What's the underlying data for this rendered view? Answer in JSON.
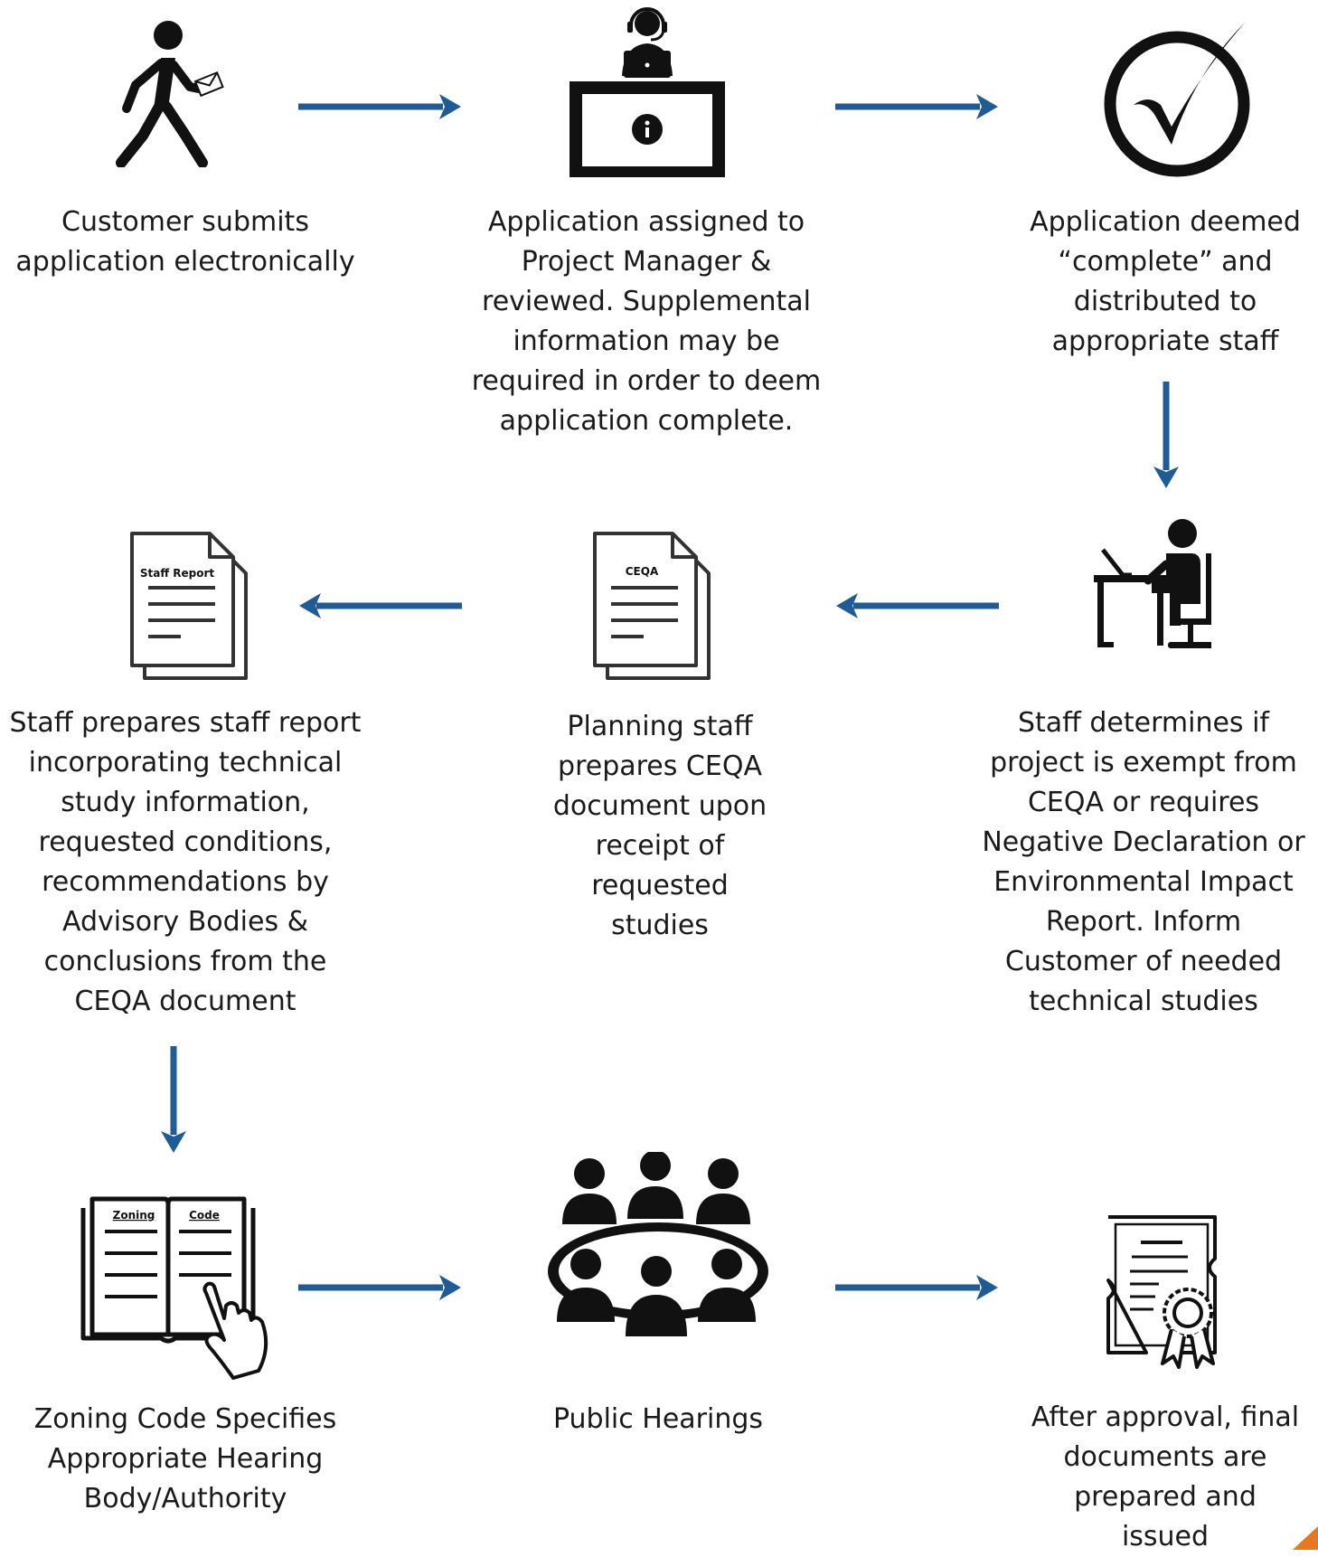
{
  "colors": {
    "arrow": "#1f5b96",
    "icon": "#111111",
    "accent": "#e87722"
  },
  "steps": [
    {
      "icon": "walking-person-with-envelope-icon",
      "text": "Customer submits\napplication electronically"
    },
    {
      "icon": "customer-service-desk-icon",
      "text": "Application assigned to\nProject Manager &\nreviewed. Supplemental\ninformation may be\nrequired in order to deem\napplication complete."
    },
    {
      "icon": "checkmark-circle-icon",
      "text": "Application deemed\n“complete” and\ndistributed to\nappropriate staff"
    },
    {
      "icon": "person-at-desk-with-laptop-icon",
      "text": "Staff determines if\nproject is exempt from\nCEQA or requires\nNegative Declaration or\nEnvironmental Impact\nReport. Inform\nCustomer of needed\ntechnical studies"
    },
    {
      "icon": "ceqa-document-icon",
      "doc_label": "CEQA",
      "text": "Planning staff\nprepares CEQA\ndocument upon\nreceipt of\nrequested\nstudies"
    },
    {
      "icon": "staff-report-document-icon",
      "doc_label": "Staff Report",
      "text": "Staff prepares staff report\nincorporating technical\nstudy information,\nrequested conditions,\nrecommendations by\nAdvisory Bodies &\nconclusions from the\nCEQA document"
    },
    {
      "icon": "zoning-code-book-icon",
      "book_left": "Zoning",
      "book_right": "Code",
      "text": "Zoning Code Specifies\nAppropriate Hearing\nBody/Authority"
    },
    {
      "icon": "meeting-table-group-icon",
      "text": "Public Hearings"
    },
    {
      "icon": "certificate-icon",
      "text": "After approval, final\ndocuments are\nprepared and\nissued"
    }
  ]
}
